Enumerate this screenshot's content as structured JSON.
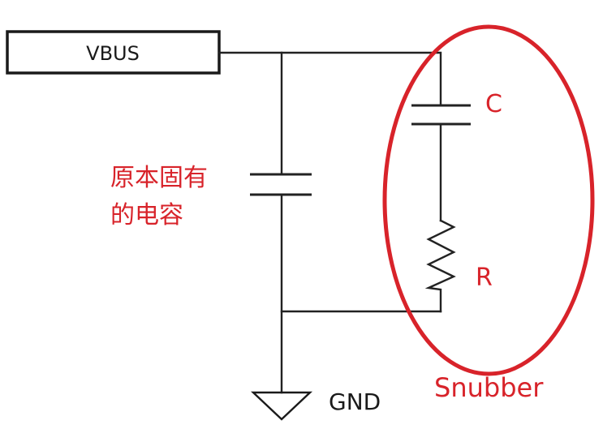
{
  "diagram": {
    "type": "circuit-schematic",
    "title": "",
    "colors": {
      "wire": "#222222",
      "annotation": "#d8232a",
      "background": "#ffffff"
    },
    "nodes": {
      "supply": {
        "label": "VBUS"
      },
      "ground": {
        "label": "GND"
      }
    },
    "components": {
      "inherent_capacitor": {
        "symbol": "capacitor",
        "annotation": [
          "原本固有",
          "的电容"
        ]
      },
      "snubber_capacitor": {
        "symbol": "capacitor",
        "label": "C"
      },
      "snubber_resistor": {
        "symbol": "resistor",
        "label": "R"
      }
    },
    "highlight": {
      "shape": "ellipse",
      "label": "Snubber",
      "encloses": [
        "C",
        "R"
      ]
    }
  }
}
